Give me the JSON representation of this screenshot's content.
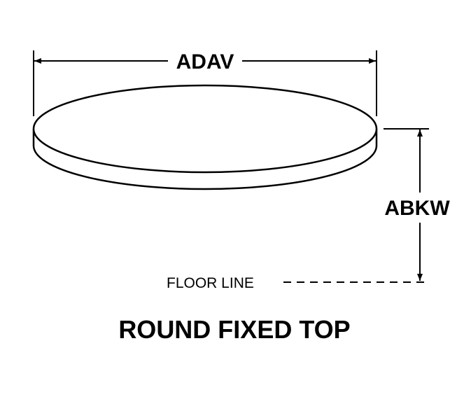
{
  "diagram": {
    "width_label": "ADAV",
    "height_label": "ABKW",
    "floor_label": "FLOOR LINE",
    "title": "ROUND FIXED TOP"
  }
}
